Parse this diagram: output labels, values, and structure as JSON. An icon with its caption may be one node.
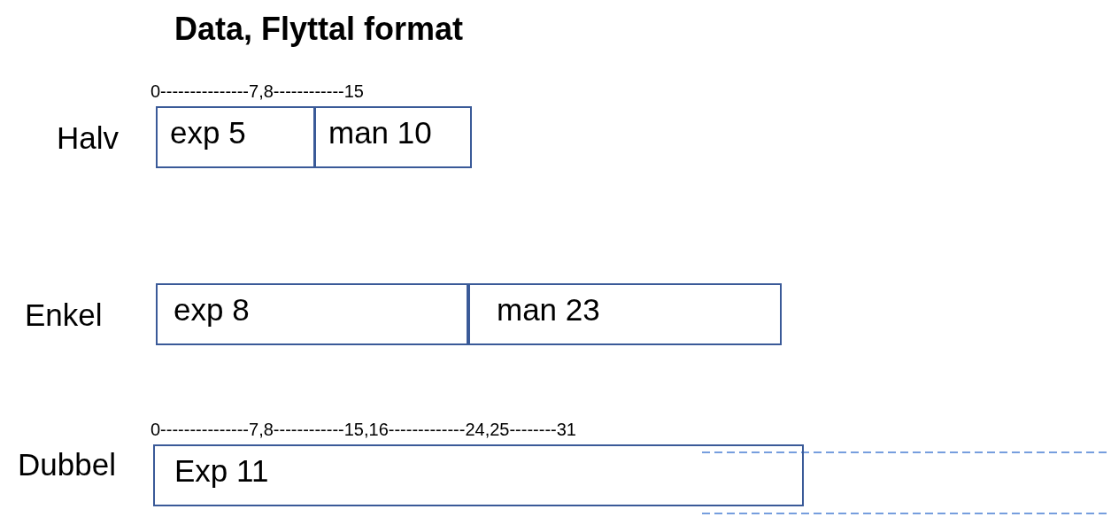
{
  "diagram": {
    "title": "Data, Flyttal format",
    "nodes": [
      {
        "text": [
          "exp 5"
        ]
      },
      {
        "text": [
          "man 10"
        ]
      },
      {
        "text": [
          "exp 8"
        ]
      },
      {
        "text": [
          "man 23"
        ]
      },
      {
        "text": [
          "Exp 11"
        ]
      }
    ],
    "labels": [
      "0---------------7,8------------15",
      "Halv",
      "Enkel",
      "0---------------7,8------------15,16-------------24,25--------31",
      "Dubbel"
    ]
  }
}
